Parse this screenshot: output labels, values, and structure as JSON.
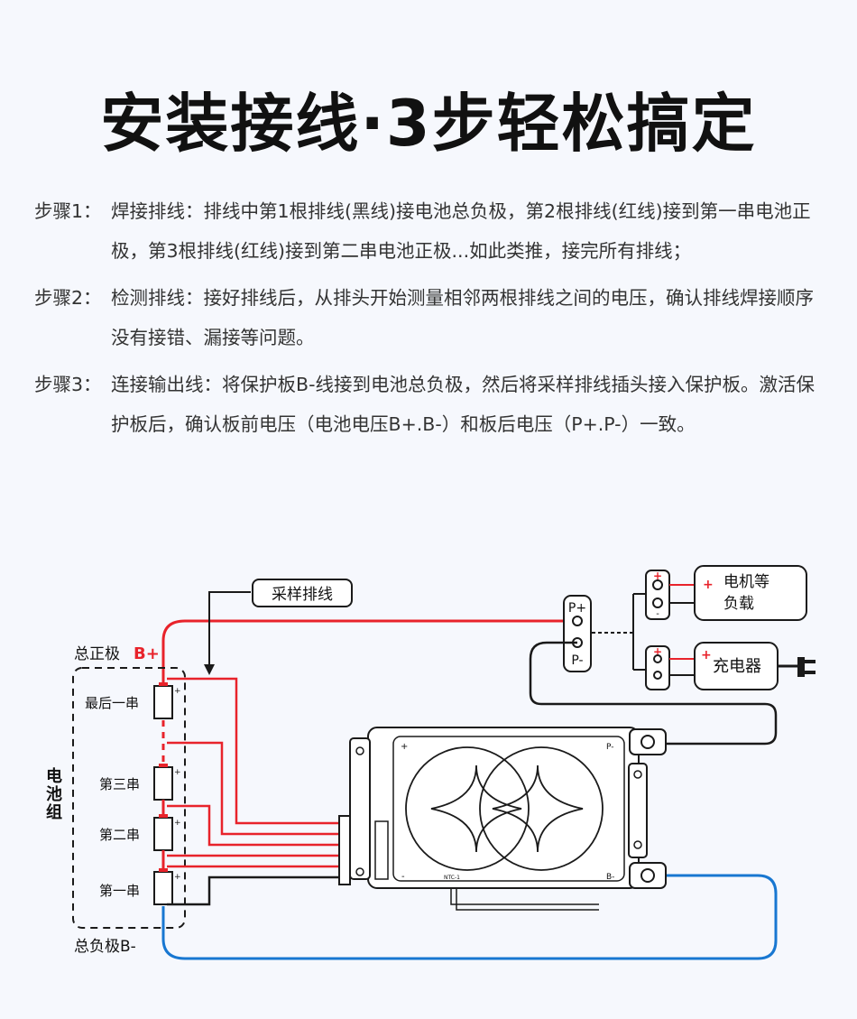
{
  "title": "安装接线·3步轻松搞定",
  "steps": [
    {
      "label": "步骤1：",
      "text": "焊接排线：排线中第1根排线(黑线)接电池总负极，第2根排线(红线)接到第一串电池正极，第3根排线(红线)接到第二串电池正极...如此类推，接完所有排线；"
    },
    {
      "label": "步骤2：",
      "text": "检测排线：接好排线后，从排头开始测量相邻两根排线之间的电压，确认排线焊接顺序没有接错、漏接等问题。"
    },
    {
      "label": "步骤3：",
      "text": "连接输出线：将保护板B-线接到电池总负极，然后将采样排线插头接入保护板。激活保护板后，确认板前电压（电池电压B+.B-）和板后电压（P+.P-）一致。"
    }
  ],
  "diagram": {
    "sampling_cable_label": "采样排线",
    "total_positive_label": "总正极",
    "total_positive_symbol": "B+",
    "total_negative_label": "总负极B-",
    "battery_pack_label": [
      "电",
      "池",
      "组"
    ],
    "cells": [
      "最后一串",
      "第三串",
      "第二串",
      "第一串"
    ],
    "port_p_plus": "P+",
    "port_p_minus": "P-",
    "load_label_1": "电机等",
    "load_label_2": "负载",
    "charger_label": "充电器",
    "board_p_minus": "P-",
    "board_b_minus": "B-",
    "board_plus": "+",
    "board_minus": "-",
    "board_ntc": "NTC-1",
    "plus_sign": "+",
    "minus_sign": "-"
  },
  "colors": {
    "red": "#e8232b",
    "blue": "#1877d1",
    "black": "#1a1a1a"
  }
}
